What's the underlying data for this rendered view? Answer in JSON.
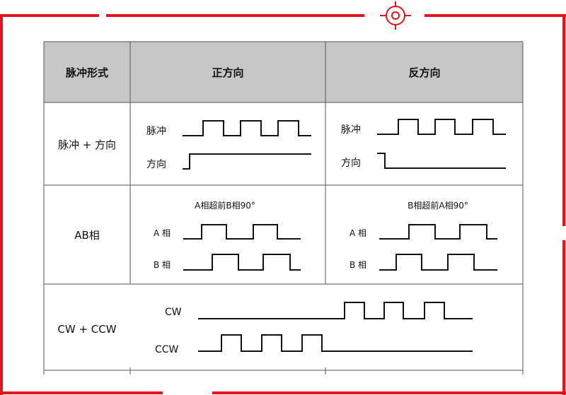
{
  "table": {
    "headers": [
      "脉冲形式",
      "正方向",
      "反方向"
    ],
    "rows": {
      "pulse_dir": {
        "label": "脉冲 + 方向",
        "forward": {
          "pulse_label": "脉冲",
          "dir_label": "方向"
        },
        "reverse": {
          "pulse_label": "脉冲",
          "dir_label": "方向"
        }
      },
      "ab": {
        "label": "AB相",
        "forward": {
          "caption": "A相超前B相90°",
          "a_label": "A 相",
          "b_label": "B 相"
        },
        "reverse": {
          "caption": "B相超前A相90°",
          "a_label": "A 相",
          "b_label": "B 相"
        }
      },
      "cwccw": {
        "label": "CW + CCW",
        "cw_label": "CW",
        "ccw_label": "CCW"
      }
    }
  },
  "colors": {
    "frame": "#e2151c",
    "header_bg": "#c7c7c7",
    "line": "#111111"
  },
  "icons": {
    "top_emblem": "crosshair-emblem-icon"
  }
}
